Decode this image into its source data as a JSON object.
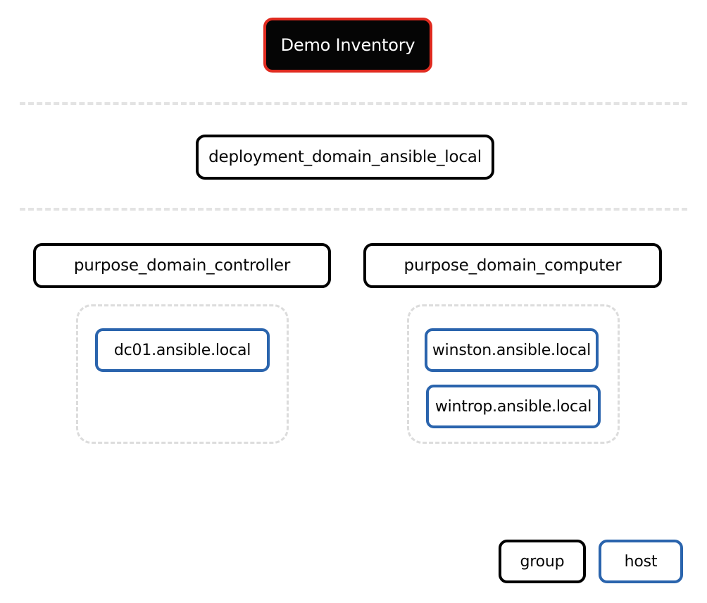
{
  "diagram": {
    "title_node": {
      "label": "Demo Inventory",
      "type": "root-group",
      "fill": "#050505",
      "border": "#e02b20",
      "text_color": "#ffffff"
    },
    "middle_group": {
      "label": "deployment_domain_ansible_local",
      "type": "group",
      "border": "#000000"
    },
    "groups": [
      {
        "label": "purpose_domain_controller",
        "type": "group",
        "border": "#000000",
        "hosts": [
          {
            "label": "dc01.ansible.local",
            "type": "host",
            "border": "#2a64ad"
          }
        ]
      },
      {
        "label": "purpose_domain_computer",
        "type": "group",
        "border": "#000000",
        "hosts": [
          {
            "label": "winston.ansible.local",
            "type": "host",
            "border": "#2a64ad"
          },
          {
            "label": "wintrop.ansible.local",
            "type": "host",
            "border": "#2a64ad"
          }
        ]
      }
    ],
    "separators": [
      {
        "name": "rank-separator-1"
      },
      {
        "name": "rank-separator-2"
      }
    ],
    "separator_color": "#e3e3e3",
    "cluster_border_color": "#dcdcdc",
    "legend": [
      {
        "label": "group",
        "kind": "group",
        "border": "#000000"
      },
      {
        "label": "host",
        "kind": "host",
        "border": "#2a64ad"
      }
    ]
  }
}
